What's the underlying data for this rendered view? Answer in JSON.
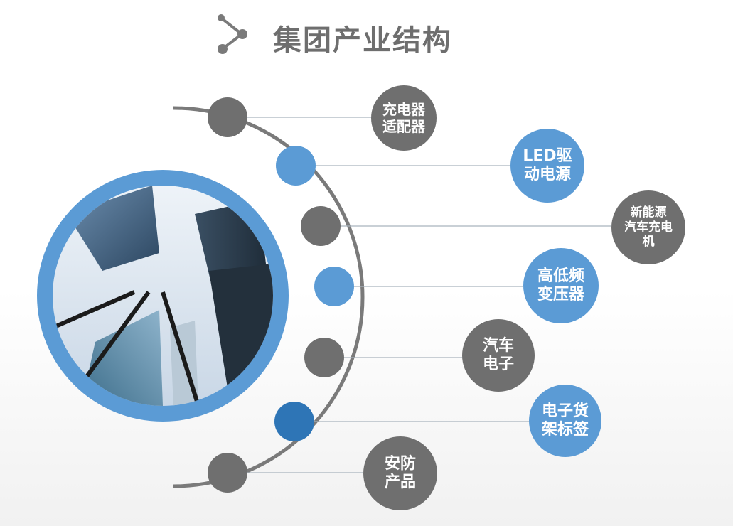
{
  "title": "集团产业结构",
  "items": [
    {
      "label": "充电器\n适配器",
      "color": "gray"
    },
    {
      "label": "LED驱\n动电源",
      "color": "blue"
    },
    {
      "label": "新能源\n汽车充电\n机",
      "color": "gray"
    },
    {
      "label": "高低频\n变压器",
      "color": "blue"
    },
    {
      "label": "汽车\n电子",
      "color": "gray"
    },
    {
      "label": "电子货\n架标签",
      "color": "blue"
    },
    {
      "label": "安防\n产品",
      "color": "gray"
    }
  ],
  "colors": {
    "gray": "#6f6f6f",
    "blue": "#5b9bd5",
    "dark_blue": "#2e75b6",
    "title": "#6e6e6e"
  },
  "icons": {
    "title": "share-connector-icon",
    "photo": "skyscraper-photo"
  }
}
